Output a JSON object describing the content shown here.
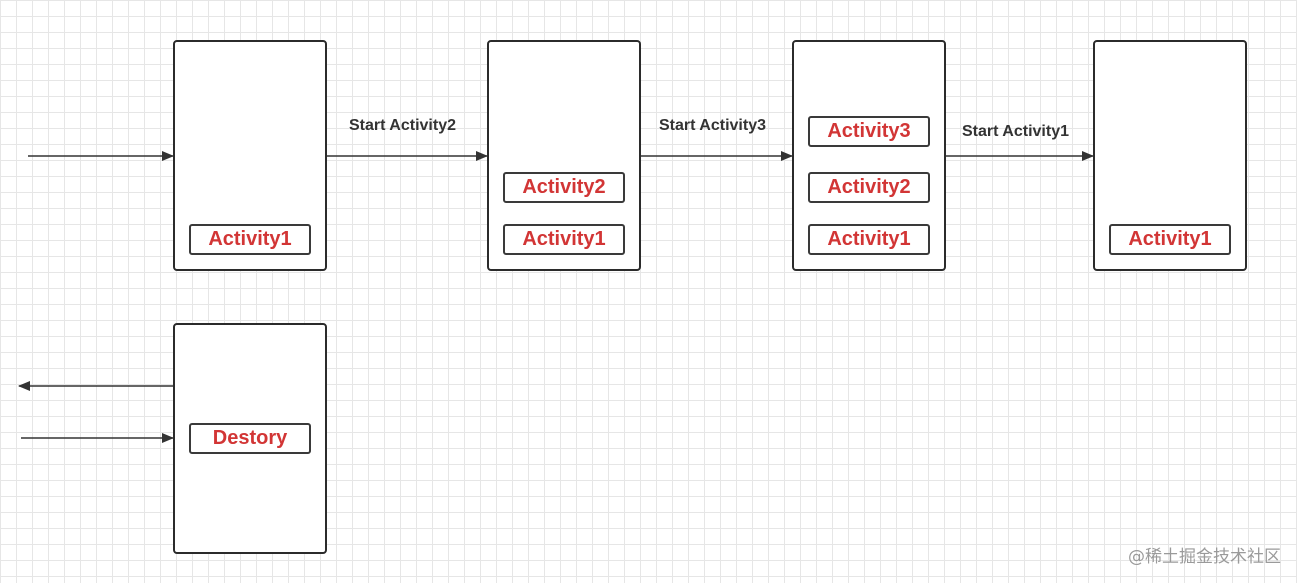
{
  "stacks": [
    {
      "items": [
        "Activity1"
      ]
    },
    {
      "items": [
        "Activity2",
        "Activity1"
      ]
    },
    {
      "items": [
        "Activity3",
        "Activity2",
        "Activity1"
      ]
    },
    {
      "items": [
        "Activity1"
      ]
    },
    {
      "items": [
        "Destory"
      ]
    }
  ],
  "transitions": [
    "Start Activity2",
    "Start Activity3",
    "Start Activity1"
  ],
  "watermark": "@稀土掘金技术社区",
  "colors": {
    "activity_text": "#d23535",
    "stroke": "#2b2b2b"
  }
}
